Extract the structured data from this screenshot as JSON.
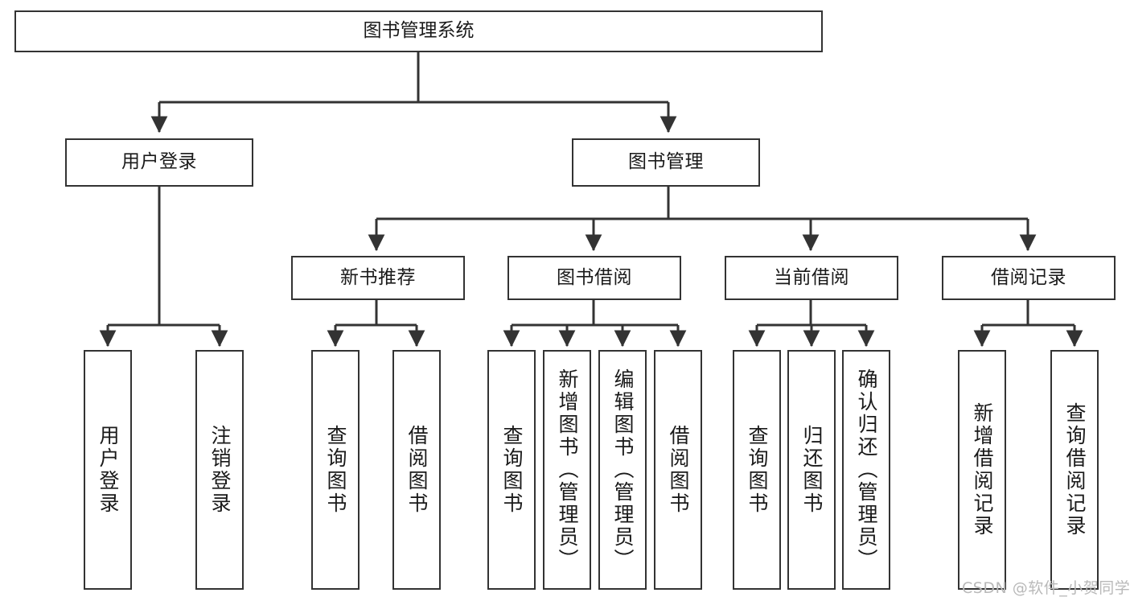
{
  "diagram": {
    "type": "tree",
    "title": "图书管理系统",
    "orientation": "top-down",
    "colors": {
      "node_border": "#333333",
      "node_fill": "#ffffff",
      "edge": "#333333",
      "text": "#1a1a1a",
      "watermark": "#b9b9b9",
      "background": "#ffffff"
    }
  },
  "nodes": {
    "root": {
      "label": "图书管理系统"
    },
    "level2": [
      {
        "id": "user-login",
        "label": "用户登录"
      },
      {
        "id": "book-management",
        "label": "图书管理"
      }
    ],
    "level3": [
      {
        "id": "new-book-recommend",
        "label": "新书推荐"
      },
      {
        "id": "book-borrow",
        "label": "图书借阅"
      },
      {
        "id": "current-borrow",
        "label": "当前借阅"
      },
      {
        "id": "borrow-record",
        "label": "借阅记录"
      }
    ],
    "leaves": {
      "user_login": [
        {
          "id": "leaf-user-login",
          "label": "用户登录"
        },
        {
          "id": "leaf-logout-login",
          "label": "注销登录"
        }
      ],
      "new_book_recommend": [
        {
          "id": "leaf-query-book-1",
          "label": "查询图书"
        },
        {
          "id": "leaf-borrow-book-1",
          "label": "借阅图书"
        }
      ],
      "book_borrow": [
        {
          "id": "leaf-query-book-2",
          "label": "查询图书"
        },
        {
          "id": "leaf-add-book",
          "label": "新增图书（管理员）"
        },
        {
          "id": "leaf-edit-book",
          "label": "编辑图书（管理员）"
        },
        {
          "id": "leaf-borrow-book-2",
          "label": "借阅图书"
        }
      ],
      "current_borrow": [
        {
          "id": "leaf-query-book-3",
          "label": "查询图书"
        },
        {
          "id": "leaf-return-book",
          "label": "归还图书"
        },
        {
          "id": "leaf-confirm-return",
          "label": "确认归还（管理员）"
        }
      ],
      "borrow_record": [
        {
          "id": "leaf-add-record",
          "label": "新增借阅记录"
        },
        {
          "id": "leaf-query-record",
          "label": "查询借阅记录"
        }
      ]
    }
  },
  "watermark": {
    "text": "CSDN @软件_小贺同学"
  }
}
